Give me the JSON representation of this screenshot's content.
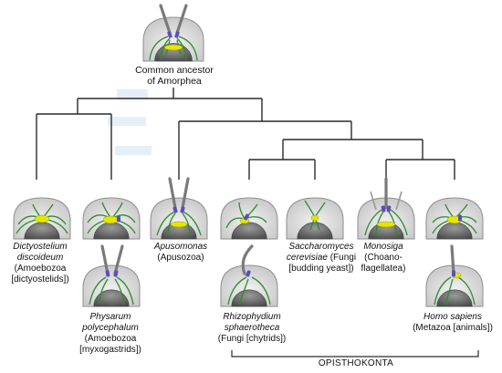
{
  "root": {
    "line1": "Common ancestor",
    "line2": "of Amorphea"
  },
  "taxa": [
    {
      "id": "dictyostelium",
      "name1": "Dictyostelium",
      "name2": "discoideum",
      "group1": "(Amoebozoa",
      "group2": "[dictyostelids])"
    },
    {
      "id": "physarum",
      "name1": "Physarum",
      "name2": "polycephalum",
      "group1": "(Amoebozoa",
      "group2": "[myxogastrids])"
    },
    {
      "id": "apusomonas",
      "name1": "Apusomonas",
      "group1": "(Apusozoa)"
    },
    {
      "id": "rhizophydium",
      "name1": "Rhizophydium",
      "name2": "sphaerotheca",
      "group1": "(Fungi [chytrids])"
    },
    {
      "id": "saccharomyces",
      "name1": "Saccharomyces",
      "name2": "cerevisiae",
      "name2suffix": " (Fungi",
      "group1": "[budding yeast])"
    },
    {
      "id": "monosiga",
      "name1": "Monosiga",
      "group1": "(Choano-",
      "group2": "flagellatea)"
    },
    {
      "id": "homo",
      "name1": "Homo sapiens",
      "group1": "(Metazoa [animals])"
    }
  ],
  "clade_label": "OPISTHOKONTA",
  "colors": {
    "tree_line": "#2a2a2a",
    "cell_fill": "#d9d9d9",
    "cell_edge": "#8e8e8e",
    "nucleus": "#6e6e6e",
    "microtubule": "#2e8b2e",
    "basal_body": "#5a4fb8",
    "centrosome": "#e6e600",
    "flagellum": "#7a7a7a"
  }
}
